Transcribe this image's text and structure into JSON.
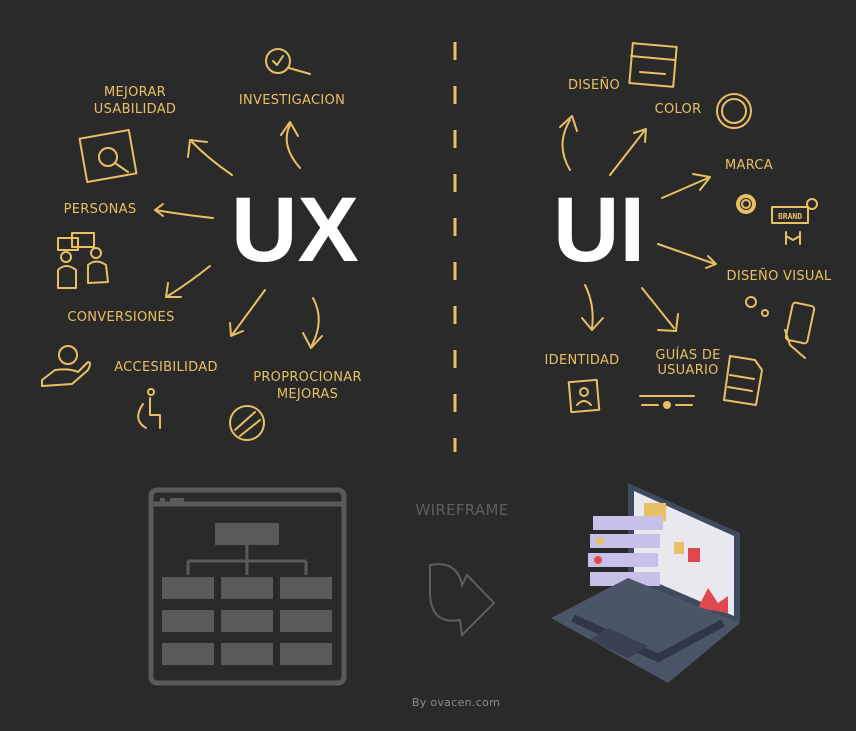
{
  "ux": {
    "title": "UX",
    "items": [
      "INVESTIGACION",
      "MEJORAR",
      "USABILIDAD",
      "PERSONAS",
      "CONVERSIONES",
      "ACCESIBILIDAD",
      "PROPROCIONAR",
      "MEJORAS"
    ]
  },
  "ui": {
    "title": "UI",
    "items": [
      "DISEÑO",
      "COLOR",
      "MARCA",
      "DISEÑO VISUAL",
      "IDENTIDAD",
      "GUÍAS DE",
      "USUARIO"
    ],
    "brand_icon_text": "BRAND"
  },
  "bottom": {
    "wireframe_label": "WIREFRAME",
    "credit": "By ovacen.com"
  },
  "colors": {
    "background": "#2a2a2a",
    "accent": "#e8c063",
    "muted": "#5a5a5a"
  }
}
